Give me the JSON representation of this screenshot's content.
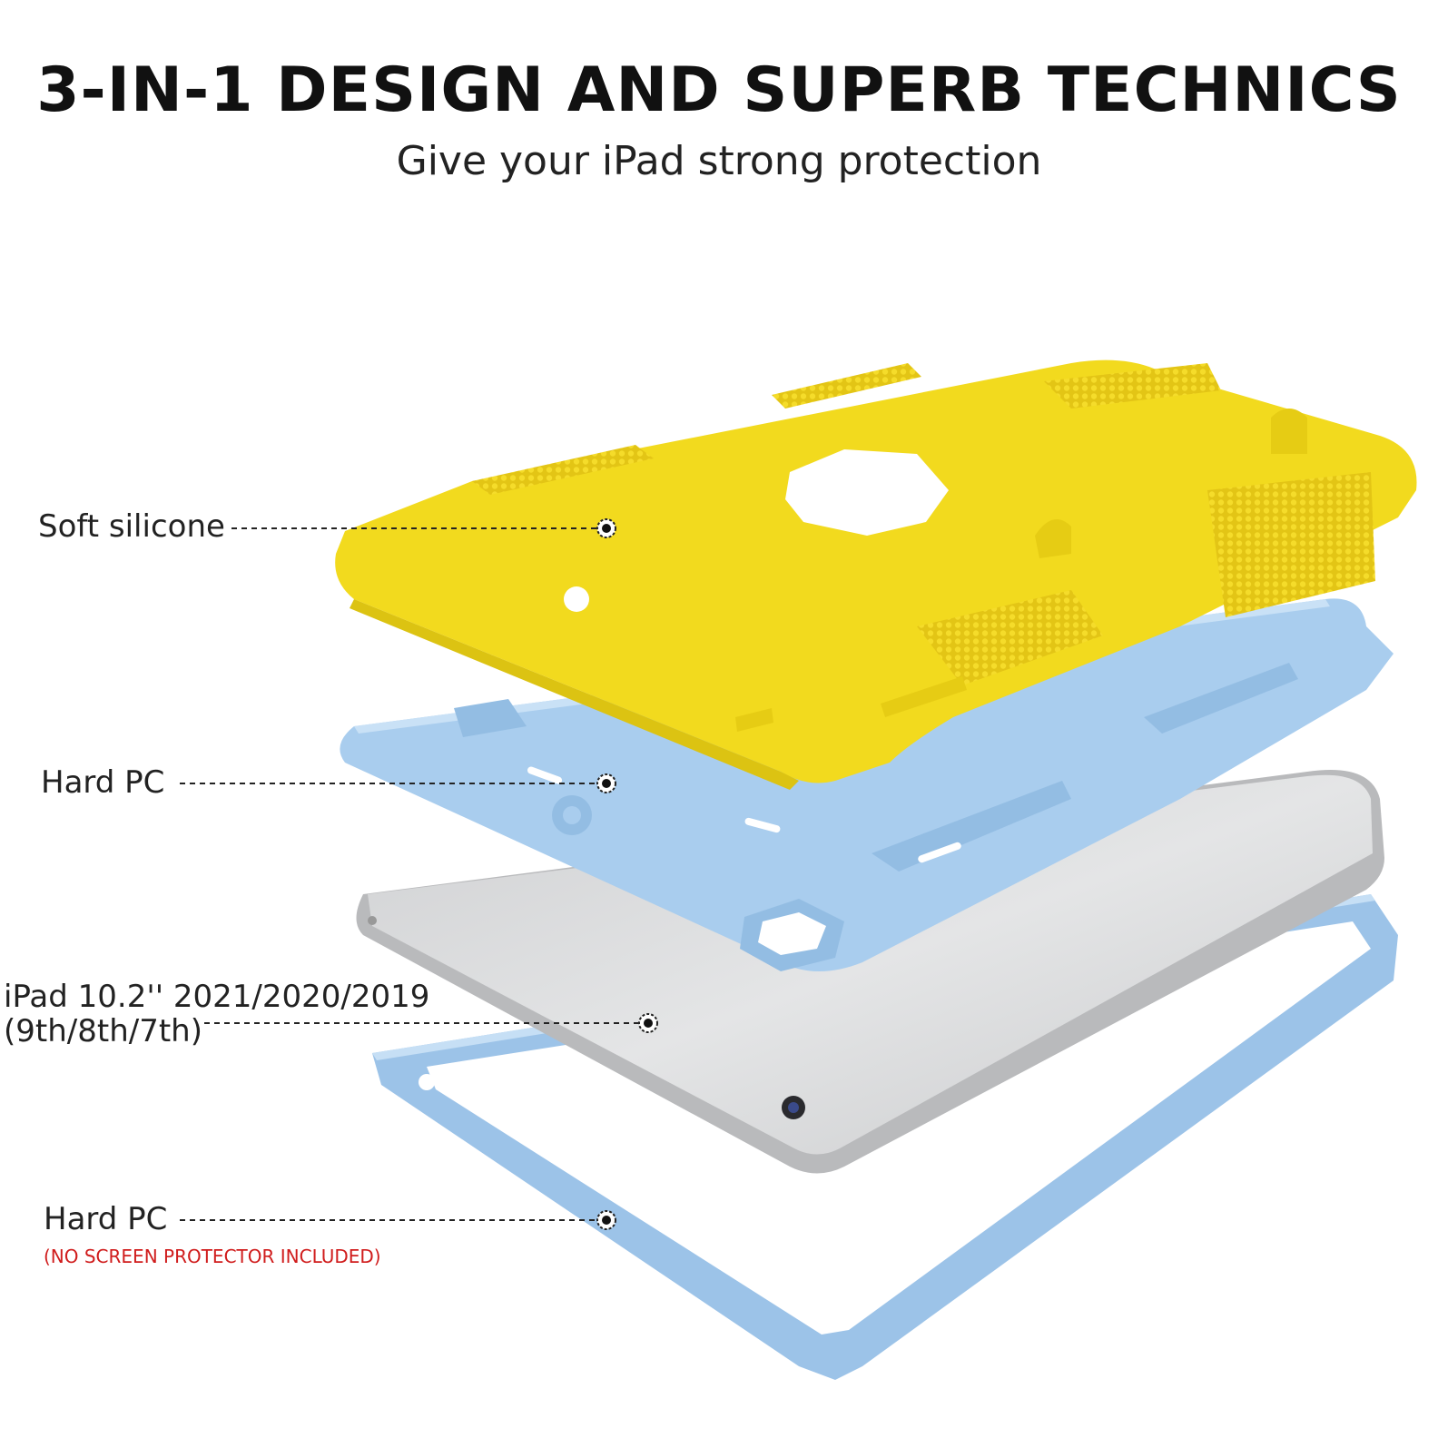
{
  "header": {
    "title": "3-IN-1 DESIGN AND SUPERB TECHNICS",
    "subtitle": "Give your iPad strong protection"
  },
  "callouts": [
    {
      "label": "Soft silicone"
    },
    {
      "label": "Hard PC"
    },
    {
      "label_line1": "iPad 10.2'' 2021/2020/2019",
      "label_line2": "(9th/8th/7th)"
    },
    {
      "label": "Hard PC",
      "note": "(NO SCREEN PROTECTOR INCLUDED)"
    }
  ],
  "colors": {
    "silicone": "#f2da1e",
    "hard_pc": "#a9cdee",
    "ipad": "#d9dadb",
    "note": "#d01c1c"
  },
  "stamps": [
    "open",
    "open",
    "open",
    "open",
    "open",
    "open"
  ]
}
